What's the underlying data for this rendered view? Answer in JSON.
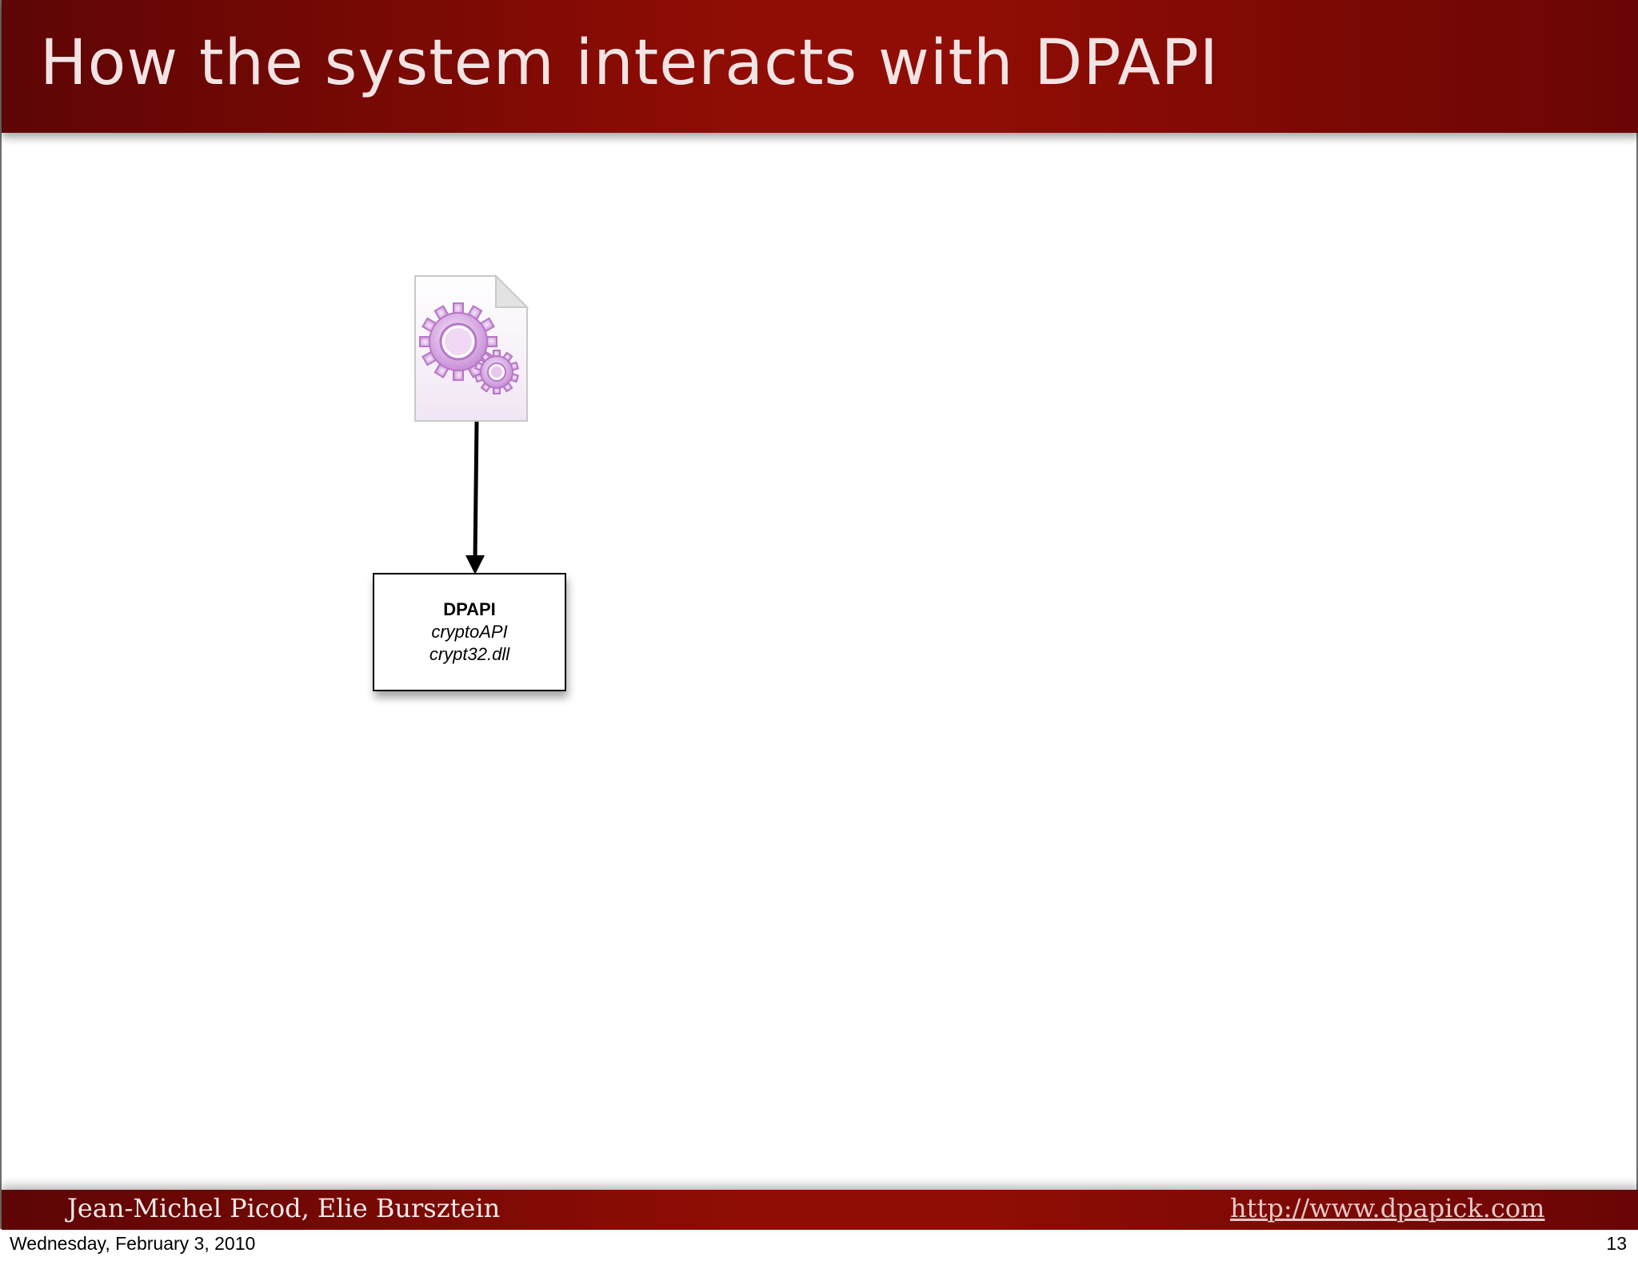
{
  "slide": {
    "title": "How the system interacts with DPAPI"
  },
  "diagram": {
    "executable_icon": "executable-file-gears-icon",
    "box": {
      "line1": "DPAPI",
      "line2": "cryptoAPI",
      "line3": "crypt32.dll"
    }
  },
  "footer": {
    "authors": "Jean-Michel Picod, Elie Bursztein",
    "link": "http://www.dpapick.com"
  },
  "meta": {
    "date": "Wednesday, February 3, 2010",
    "page": "13"
  },
  "colors": {
    "header": "#8f0d04",
    "icon_accent": "#c07bd0"
  }
}
